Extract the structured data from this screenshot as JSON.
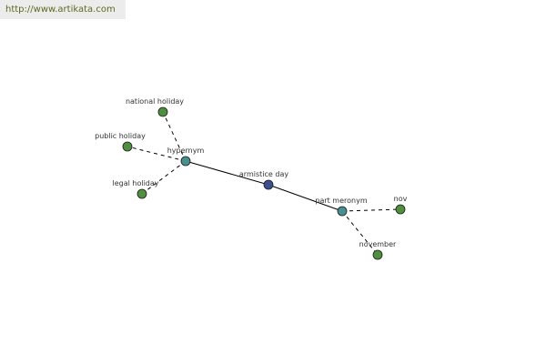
{
  "header": {
    "url": "http://www.artikata.com"
  },
  "graph": {
    "colors": {
      "center": "#3b4f8f",
      "relation": "#4a8f8f",
      "leaf": "#4f8f3f",
      "edge": "#000000"
    },
    "nodes": [
      {
        "id": "armistice-day",
        "label": "armistice day",
        "kind": "center"
      },
      {
        "id": "hypernym",
        "label": "hypernym",
        "kind": "relation"
      },
      {
        "id": "part-meronym",
        "label": "part meronym",
        "kind": "relation"
      },
      {
        "id": "national-holiday",
        "label": "national holiday",
        "kind": "leaf"
      },
      {
        "id": "public-holiday",
        "label": "public holiday",
        "kind": "leaf"
      },
      {
        "id": "legal-holiday",
        "label": "legal holiday",
        "kind": "leaf"
      },
      {
        "id": "nov",
        "label": "nov",
        "kind": "leaf"
      },
      {
        "id": "november",
        "label": "november",
        "kind": "leaf"
      }
    ],
    "edges": [
      {
        "from": "armistice-day",
        "to": "hypernym",
        "style": "solid"
      },
      {
        "from": "armistice-day",
        "to": "part-meronym",
        "style": "solid"
      },
      {
        "from": "hypernym",
        "to": "national-holiday",
        "style": "dashed"
      },
      {
        "from": "hypernym",
        "to": "public-holiday",
        "style": "dashed"
      },
      {
        "from": "hypernym",
        "to": "legal-holiday",
        "style": "dashed"
      },
      {
        "from": "part-meronym",
        "to": "nov",
        "style": "dashed"
      },
      {
        "from": "part-meronym",
        "to": "november",
        "style": "dashed"
      }
    ]
  }
}
